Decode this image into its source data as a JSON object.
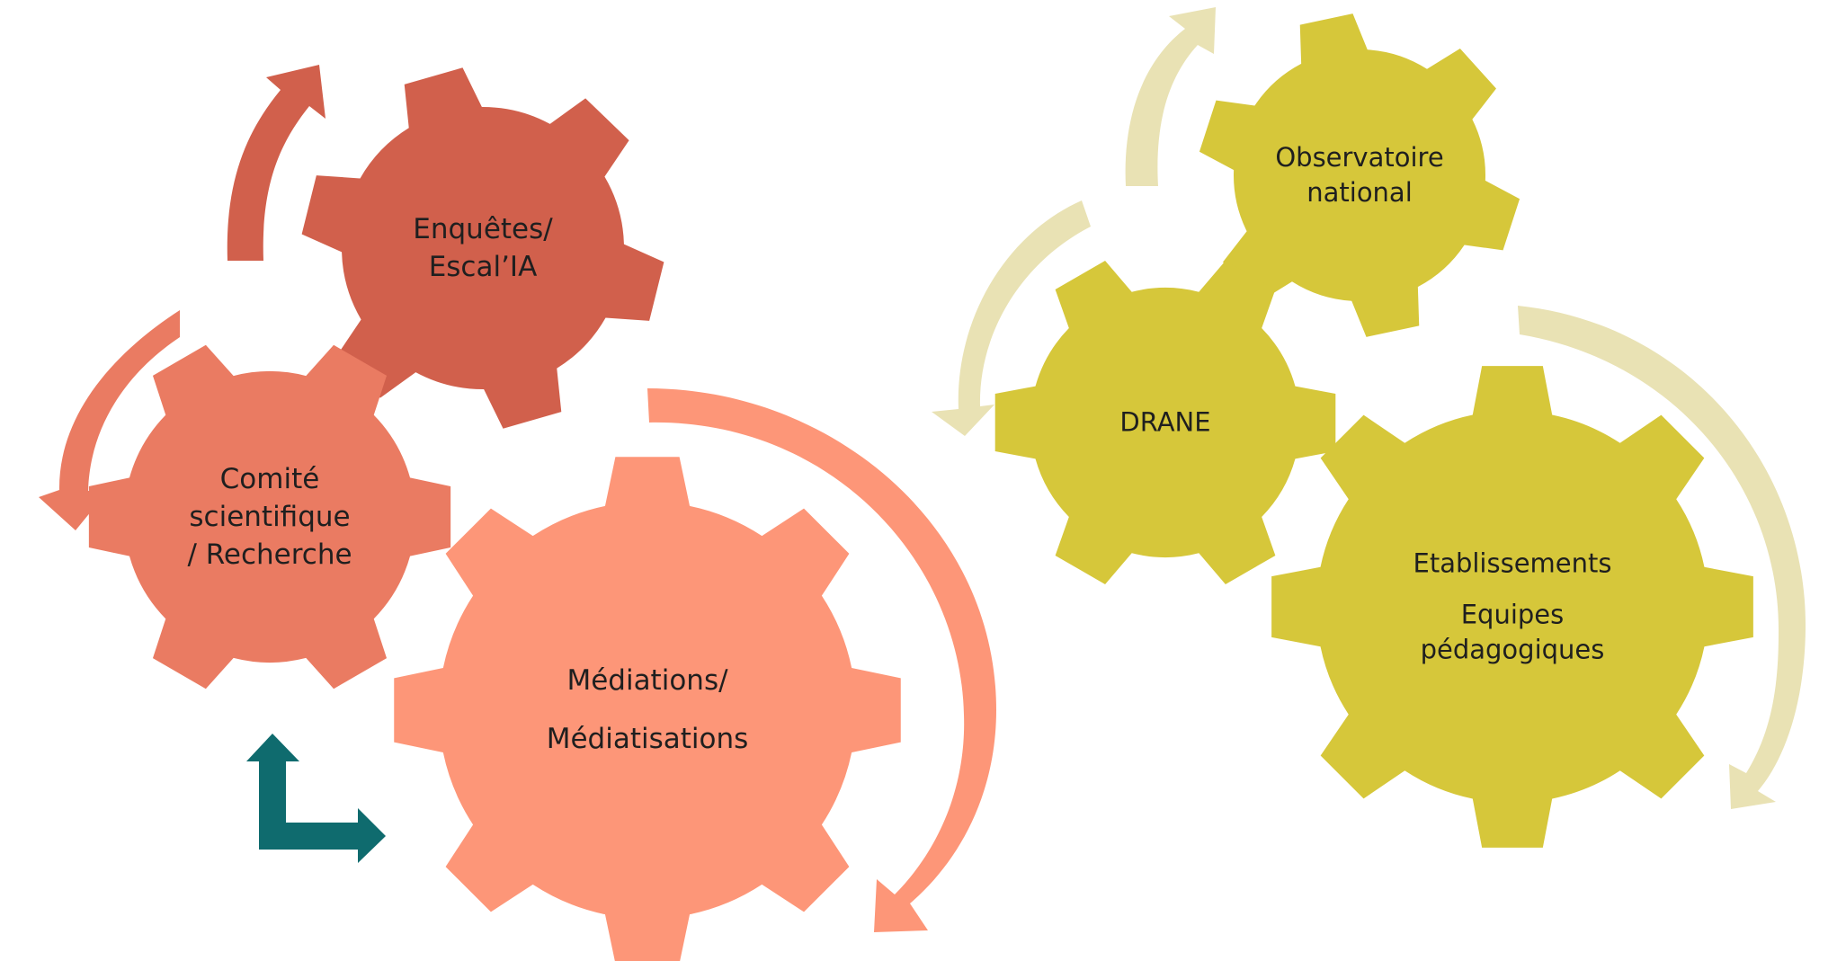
{
  "diagram": {
    "left_cluster": {
      "gears": [
        {
          "id": "enquetes",
          "lines": [
            "Enquêtes/",
            "Escal’IA"
          ],
          "color": "#D1604C"
        },
        {
          "id": "comite",
          "lines": [
            "Comité",
            "scientifique",
            "/ Recherche"
          ],
          "color": "#EA7B62"
        },
        {
          "id": "mediations",
          "lines": [
            "Médiations/",
            "Médiatisations"
          ],
          "color": "#FD9678"
        }
      ],
      "arrow_colors": {
        "top": "#D1604C",
        "left": "#EA7B62",
        "right": "#FD9678",
        "elbow": "#0F6B6E"
      }
    },
    "right_cluster": {
      "gears": [
        {
          "id": "observatoire",
          "lines": [
            "Observatoire",
            "national"
          ],
          "color": "#D6C73A"
        },
        {
          "id": "drane",
          "lines": [
            "DRANE"
          ],
          "color": "#D6C73A"
        },
        {
          "id": "etablissements",
          "lines": [
            "Etablissements",
            "Equipes",
            "pédagogiques"
          ],
          "color": "#D6C73A"
        }
      ],
      "arrow_color": "#E9E2B4"
    }
  }
}
